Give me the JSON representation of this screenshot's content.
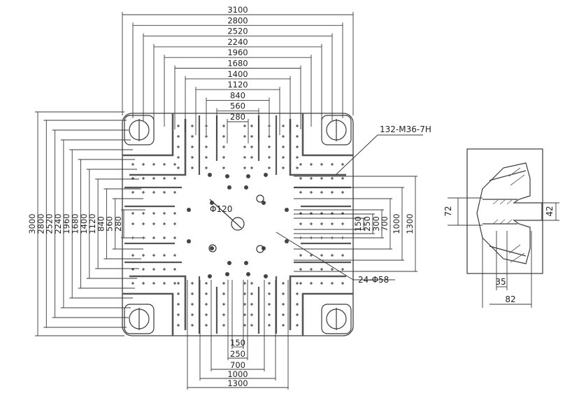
{
  "main_view": {
    "top_dims": [
      "3100",
      "2800",
      "2520",
      "2240",
      "1960",
      "1680",
      "1400",
      "1120",
      "840",
      "560",
      "280"
    ],
    "left_dims": [
      "3000",
      "2800",
      "2520",
      "2240",
      "1960",
      "1680",
      "1400",
      "1120",
      "840",
      "560",
      "280"
    ],
    "bottom_dims": [
      "150",
      "250",
      "700",
      "1000",
      "1300"
    ],
    "right_dims": [
      "150",
      "250",
      "300",
      "700",
      "1000",
      "1300"
    ],
    "center_dia": "Φ120",
    "thread_callout": "132-M36-7H",
    "hole_callout": "24-Φ58"
  },
  "section_view": {
    "height_left": "72",
    "height_right": "42",
    "width_inner": "35",
    "width_outer": "82"
  },
  "colors": {
    "line": "#3a3a3a",
    "thick": "#555555",
    "background": "#ffffff"
  }
}
